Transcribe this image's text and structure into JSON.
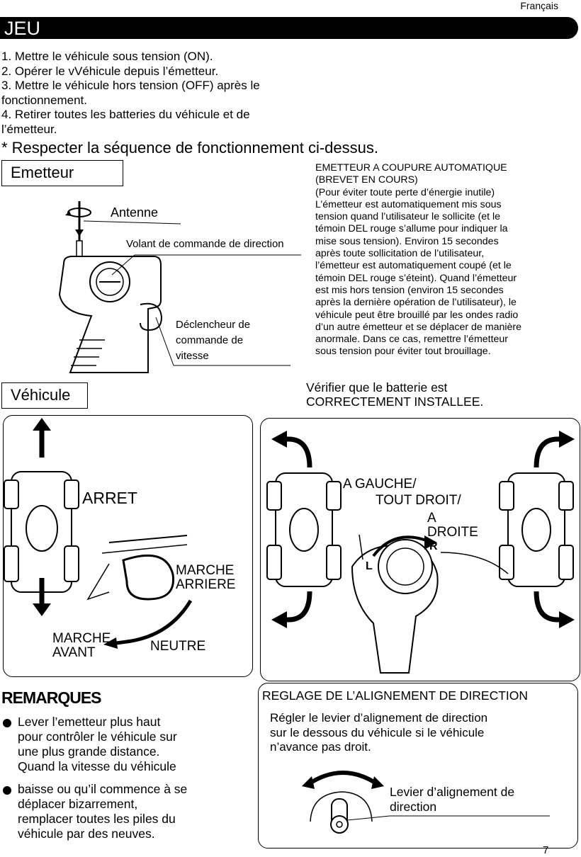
{
  "header": {
    "language": "Français",
    "section_title": "JEU"
  },
  "steps": [
    "1. Mettre le véhicule sous tension (ON).",
    "2. Opérer le vVéhicule depuis l’émetteur.",
    "3. Mettre le véhicule hors tension (OFF) après le\nfonctionnement.",
    "4. Retirer toutes les batteries du véhicule et de\nl’émetteur."
  ],
  "sequence_note": "* Respecter la séquence de fonctionnement ci-dessus.",
  "emitter": {
    "label": "Emetteur",
    "antenna": "Antenne",
    "steering_wheel": "Volant de commande de direction",
    "trigger": "Déclencheur de\ncommande de\nvitesse"
  },
  "auto_shutoff": {
    "title": "EMETTEUR A COUPURE AUTOMATIQUE\n(BREVET EN COURS)",
    "body": "(Pour éviter toute perte d’énergie inutile)\nL’émetteur est automatiquement mis sous\ntension quand l’utilisateur le sollicite (et le\ntémoin DEL rouge s’allume pour indiquer la\nmise sous tension). Environ 15 secondes\naprès toute sollicitation de l’utilisateur,\nl’émetteur est automatiquement coupé (et le\ntémoin DEL rouge s’éteint). Quand l’émetteur\nest mis hors tension (environ 15 secondes\naprès la dernière opération de l’utilisateur), le\nvéhicule peut être brouillé par les ondes radio\nd’un autre émetteur et se déplacer de manière\nanormale. Dans ce cas, remettre l’émetteur\nsous tension pour éviter tout brouillage."
  },
  "vehicle": {
    "label": "Véhicule",
    "battery_check": "Vérifier que le batterie est\nCORRECTEMENT INSTALLEE."
  },
  "throttle_panel": {
    "stop": "ARRET",
    "reverse": "MARCHE\nARRIERE",
    "forward": "MARCHE\nAVANT",
    "neutral": "NEUTRE"
  },
  "steering_panel": {
    "left": "A GAUCHE/",
    "straight": "TOUT DROIT/",
    "right": "A\nDROITE",
    "dial_left": "L",
    "dial_right": "R"
  },
  "remarks": {
    "title": "REMARQUES",
    "items": [
      "Lever l’emetteur plus haut\npour contrôler le véhicule sur\nune plus grande distance.\nQuand la vitesse du véhicule",
      "baisse ou qu’il commence à se\ndéplacer bizarrement,\nremplacer toutes les piles du\nvéhicule par des neuves."
    ]
  },
  "alignment": {
    "title": "REGLAGE DE L’ALIGNEMENT DE DIRECTION",
    "body": "Régler le levier d’alignement de direction\nsur le dessous du véhicule si le véhicule\nn’avance pas droit.",
    "lever_label": "Levier d’alignement de\ndirection"
  },
  "page_number": "7"
}
